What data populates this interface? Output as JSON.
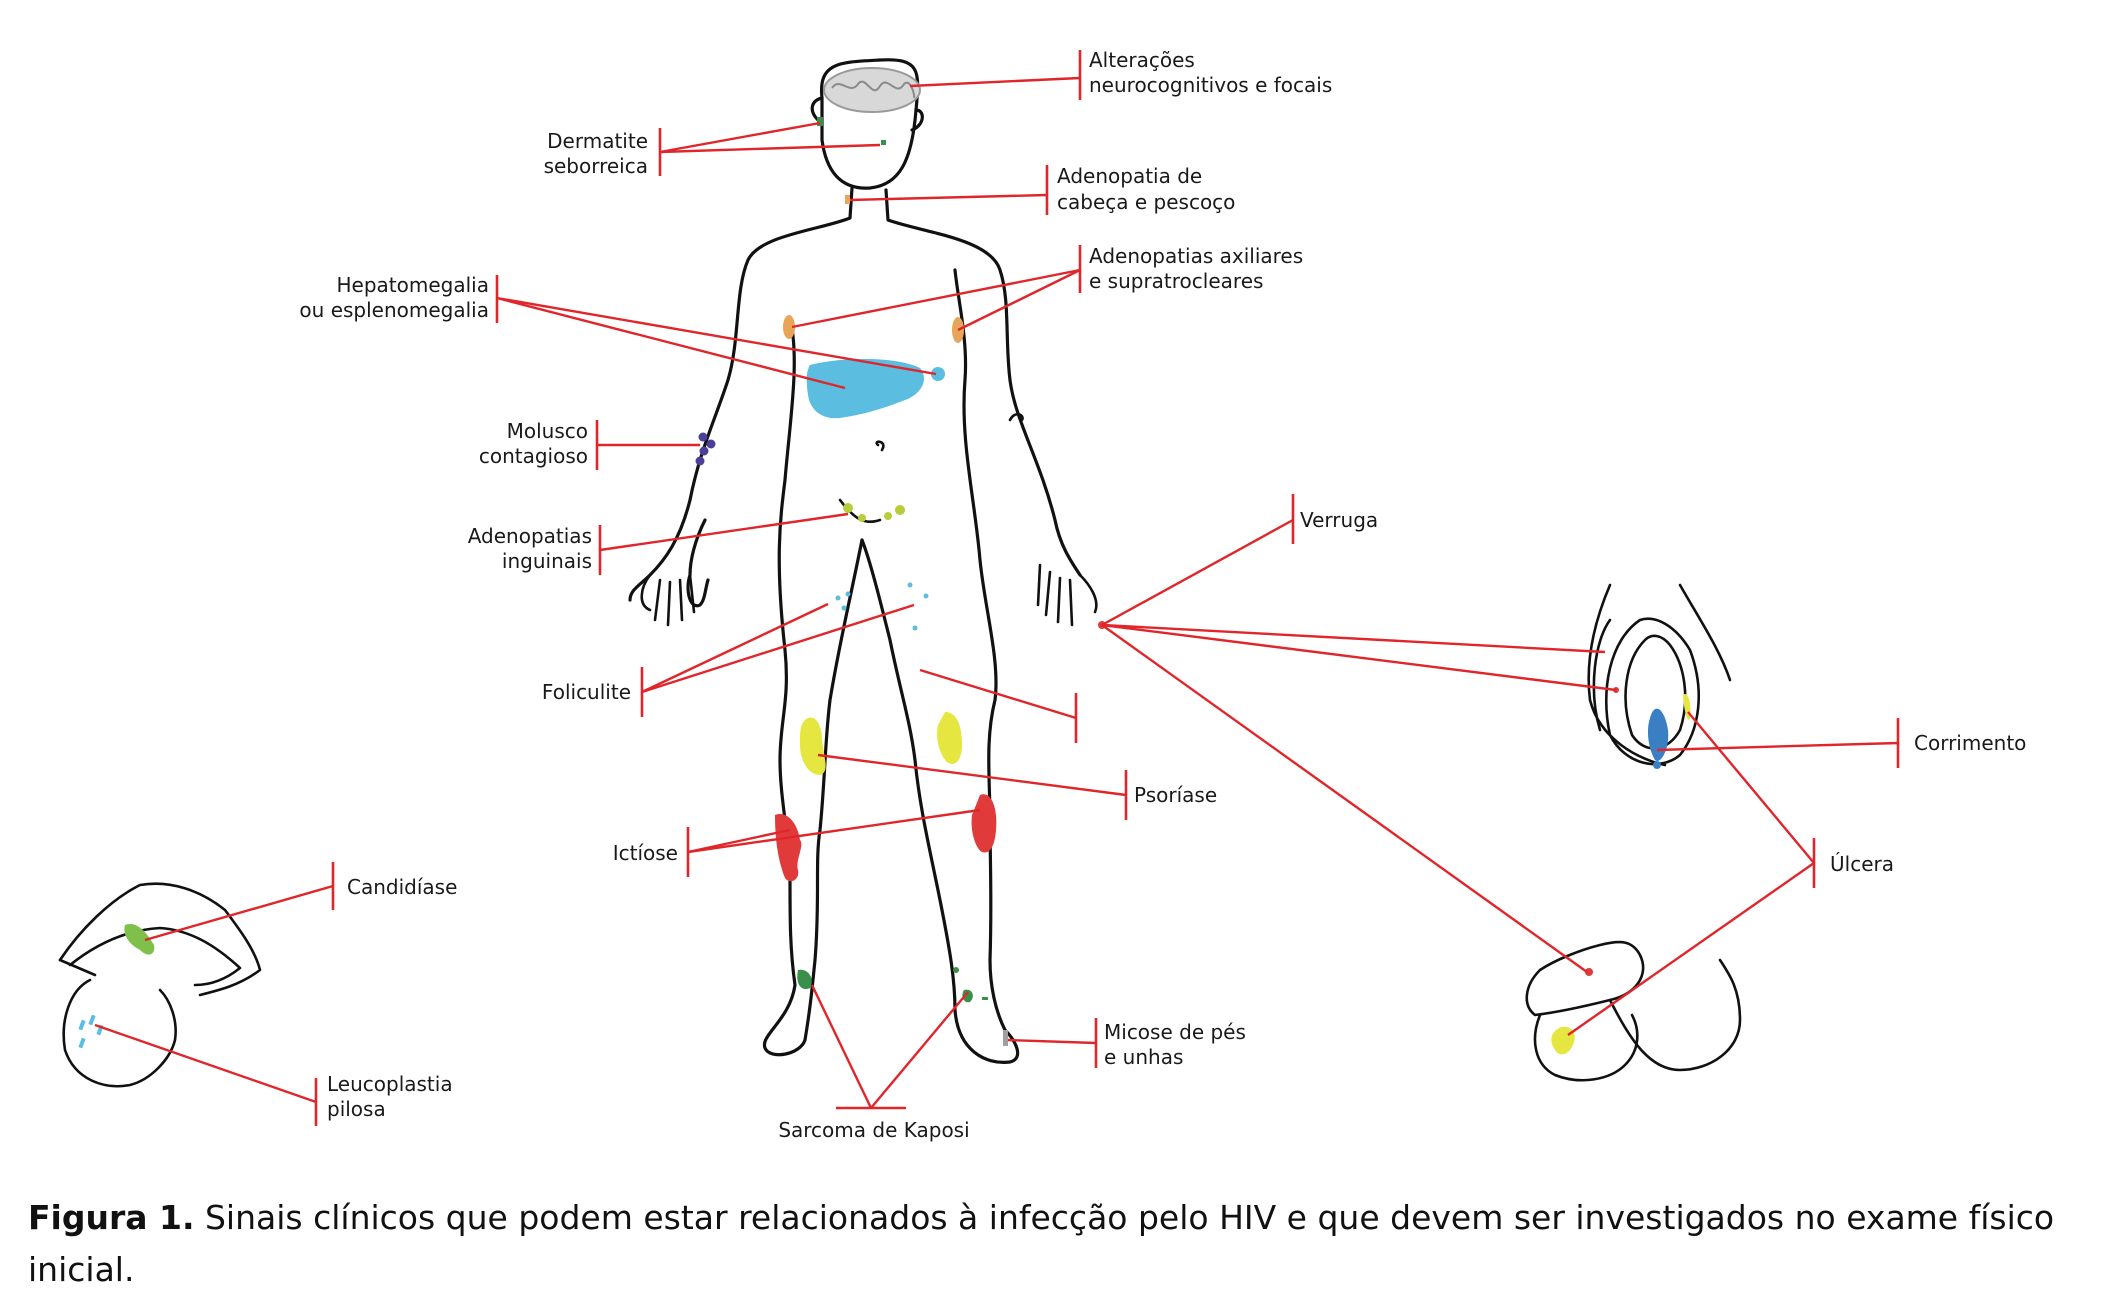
{
  "labels": {
    "neuro_1": "Alterações",
    "neuro_2": "neurocognitivos e focais",
    "dermatite_1": "Dermatite",
    "dermatite_2": "seborreica",
    "adeno_cabeca_1": "Adenopatia de",
    "adeno_cabeca_2": "cabeça e pescoço",
    "adeno_axil_1": "Adenopatias axiliares",
    "adeno_axil_2": "e supratrocleares",
    "hepato_1": "Hepatomegalia",
    "hepato_2": "ou esplenomegalia",
    "molusco_1": "Molusco",
    "molusco_2": "contagioso",
    "adeno_ing_1": "Adenopatias",
    "adeno_ing_2": "inguinais",
    "verruga": "Verruga",
    "foliculite": "Foliculite",
    "corrimento": "Corrimento",
    "psoriase": "Psoríase",
    "ictiose": "Ictíose",
    "ulcera": "Úlcera",
    "candidiase": "Candidíase",
    "leuco_1": "Leucoplastia",
    "leuco_2": "pilosa",
    "micose_1": "Micose de pés",
    "micose_2": "e unhas",
    "kaposi": "Sarcoma de Kaposi"
  },
  "caption": {
    "bold": "Figura 1.",
    "text": " Sinais clínicos que podem estar relacionados à infecção pelo HIV e que devem ser investigados no exame físico inicial."
  },
  "colors": {
    "lines": "#e0262a",
    "brain": "#9a9a9a",
    "liver": "#5bbde0",
    "adenopathy": "#e8a55a",
    "molluscum": "#4b3f9a",
    "psoriasis": "#e6e640",
    "ichthyosis": "#e03a3a",
    "fungal": "#3a8f4a",
    "candidiasis": "#7fc04a",
    "discharge": "#3a7fc4"
  }
}
